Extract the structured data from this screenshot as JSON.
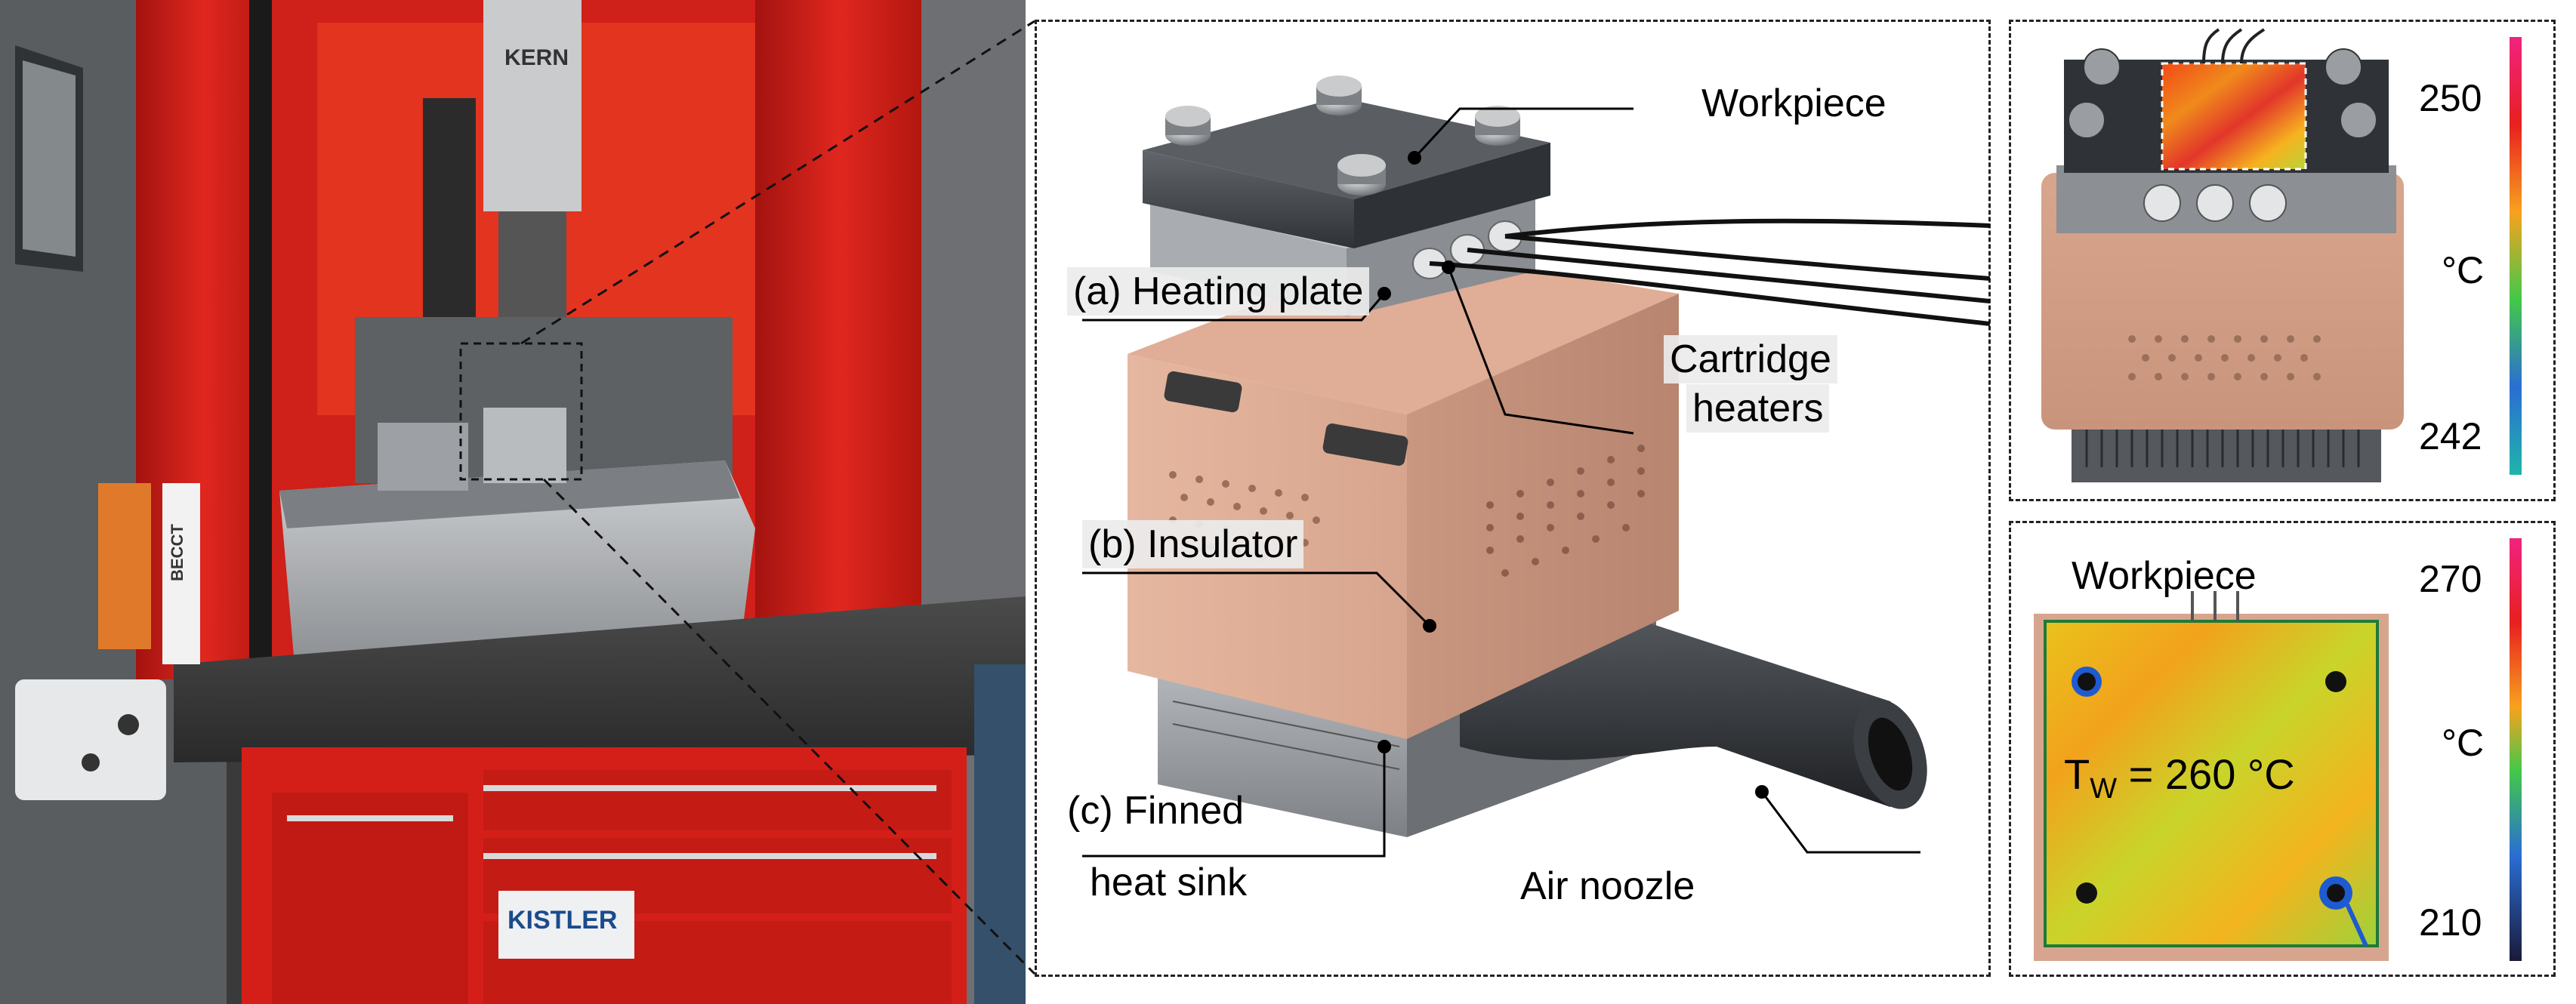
{
  "photo": {
    "brand_kern": "KERN",
    "brand_kistler": "KISTLER",
    "brand_becc": "BECCT"
  },
  "setup_labels": {
    "workpiece": "Workpiece",
    "heating_plate": "(a) Heating plate",
    "cartridge_heaters_1": "Cartridge",
    "cartridge_heaters_2": "heaters",
    "insulator": "(b) Insulator",
    "heat_sink_1": "(c) Finned",
    "heat_sink_2": "heat sink",
    "air_nozzle": "Air noozle"
  },
  "thermal_top": {
    "scale_max": "250",
    "scale_unit": "°C",
    "scale_min": "242"
  },
  "thermal_bottom": {
    "title": "Workpiece",
    "scale_max": "270",
    "scale_unit": "°C",
    "scale_min": "210",
    "tw_symbol": "T",
    "tw_sub": "W",
    "tw_value": " = 260 °C"
  },
  "colors": {
    "frame_red": "#d9231f",
    "insulator": "#d7a58e",
    "steel": "#4a4d52",
    "nozzle": "#2f3236"
  }
}
